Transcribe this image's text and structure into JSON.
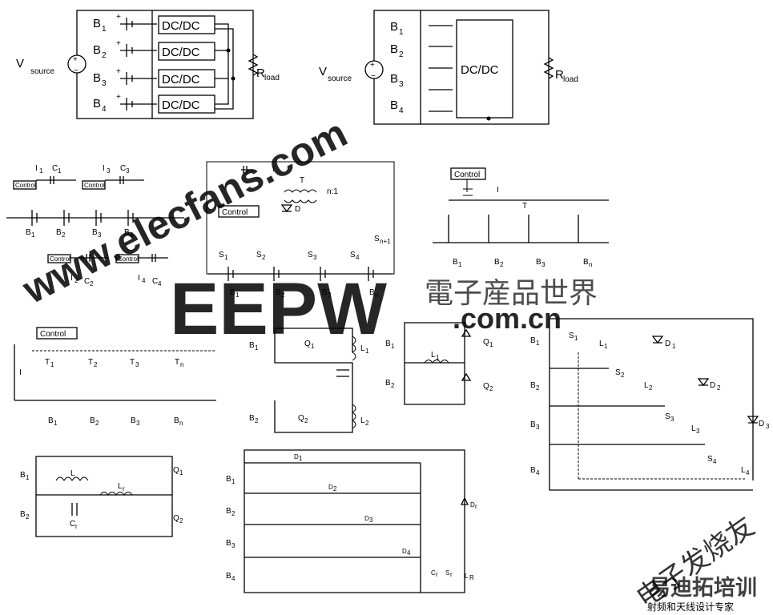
{
  "labels": {
    "dcdc": "DC/DC",
    "vsource": "V",
    "vsource_sub": "source",
    "rload": "R",
    "rload_sub": "load",
    "control": "Control",
    "transformer": "T",
    "ratio": "n:1",
    "diode": "D",
    "b1": "B",
    "b2": "B",
    "b3": "B",
    "b4": "B",
    "bn": "B",
    "cap": "C",
    "ind": "L",
    "sw": "S",
    "fet": "Q",
    "current": "I",
    "cr": "C",
    "lr": "L",
    "dr": "D",
    "sr": "S",
    "lr2": "L"
  },
  "subs": {
    "s1": "1",
    "s2": "2",
    "s3": "3",
    "s4": "4",
    "sn": "n",
    "sn1": "n+1",
    "r": "r",
    "R": "R"
  },
  "watermarks": {
    "site": "www.elecfans.com",
    "brand": "EEPW",
    "brand_dotcom": ".com.cn",
    "chinese_brand": "電子産品世界",
    "corner_brand": "易迪拓培训",
    "corner_sub": "射频和天线设计专家",
    "corner_hand": "电子发烧友"
  },
  "colors": {
    "watermark": "#e0604f",
    "eepw": "#e8432f",
    "line": "#000000"
  }
}
